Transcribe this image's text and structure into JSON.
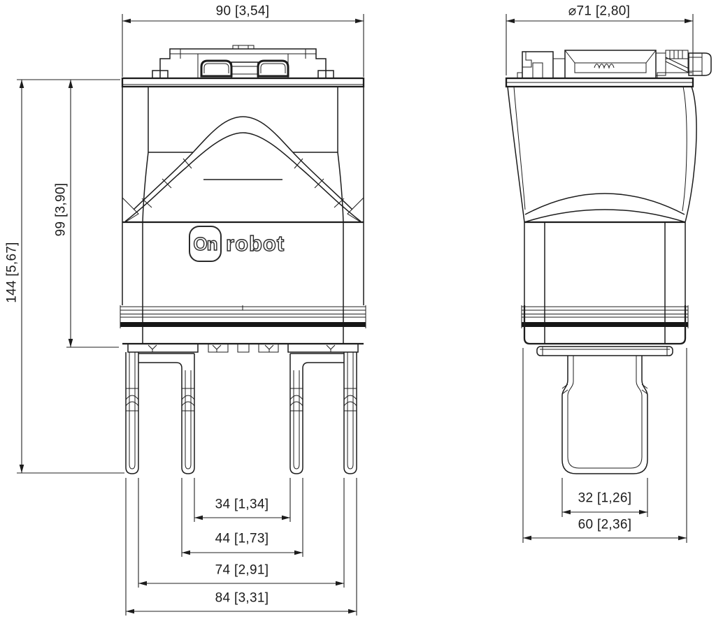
{
  "logo": {
    "mark": "On",
    "word": "robot"
  },
  "dimensions": {
    "front_overall_width": {
      "label": "90 [3,54]",
      "mm": 90,
      "inch": "3,54"
    },
    "front_overall_height": {
      "label": "144 [5,67]",
      "mm": 144,
      "inch": "5,67"
    },
    "front_body_height": {
      "label": "99 [3,90]",
      "mm": 99,
      "inch": "3,90"
    },
    "front_inner_opening": {
      "label": "34 [1,34]",
      "mm": 34,
      "inch": "1,34"
    },
    "front_inner_finger_span": {
      "label": "44 [1,73]",
      "mm": 44,
      "inch": "1,73"
    },
    "front_outer_opening": {
      "label": "74 [2,91]",
      "mm": 74,
      "inch": "2,91"
    },
    "front_outer_finger_span": {
      "label": "84 [3,31]",
      "mm": 84,
      "inch": "3,31"
    },
    "side_diameter": {
      "label": "⌀71 [2,80]",
      "mm": 71,
      "inch": "2,80"
    },
    "side_finger_width": {
      "label": "32 [1,26]",
      "mm": 32,
      "inch": "1,26"
    },
    "side_bottom_width": {
      "label": "60 [2,36]",
      "mm": 60,
      "inch": "2,36"
    }
  }
}
